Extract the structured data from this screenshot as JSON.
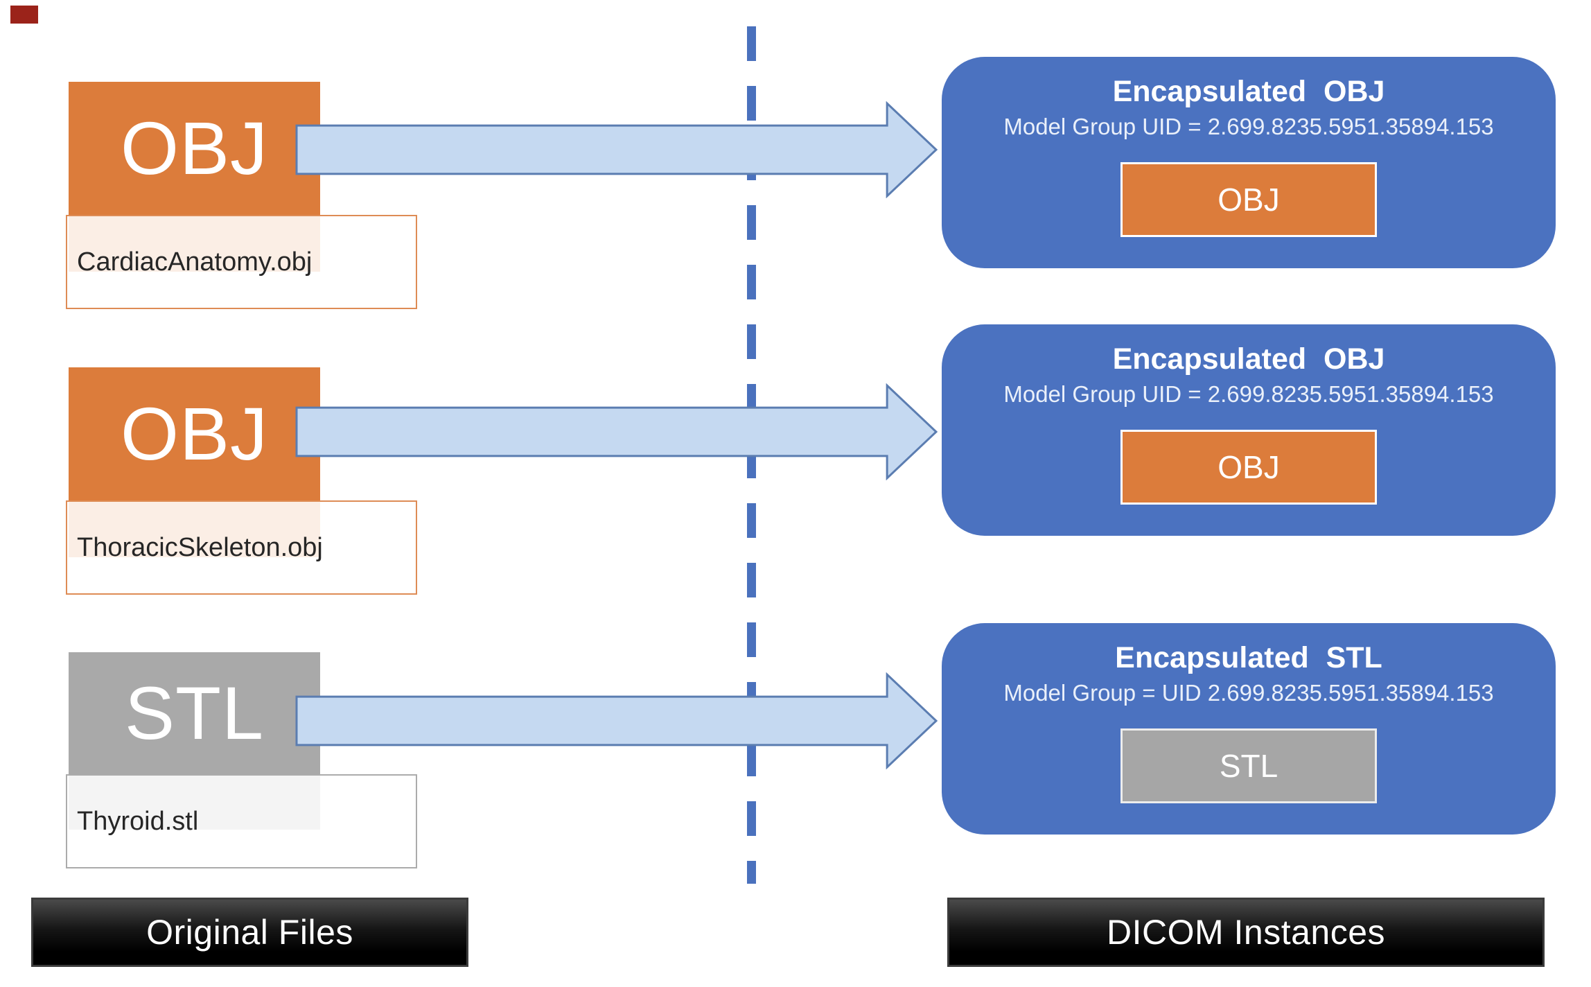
{
  "colors": {
    "orange": "#DC7C3B",
    "orange-border": "#DE8C55",
    "gray": "#A9A9A9",
    "gray-border": "#ABABAB",
    "chip-gray": "#A6A6A6",
    "blue": "#4B72C0",
    "arrow-fill": "#C5D9F1",
    "arrow-stroke": "#5B7DB1",
    "dash": "#4A71BD",
    "marker-red": "#9B231A"
  },
  "files": [
    {
      "type_label": "OBJ",
      "filename": "CardiacAnatomy.obj"
    },
    {
      "type_label": "OBJ",
      "filename": "ThoracicSkeleton.obj"
    },
    {
      "type_label": "STL",
      "filename": "Thyroid.stl"
    }
  ],
  "instances": [
    {
      "title": "Encapsulated OBJ",
      "uid_line": "Model Group UID = 2.699.8235.5951.35894.153",
      "chip_label": "OBJ"
    },
    {
      "title": "Encapsulated OBJ",
      "uid_line": "Model Group UID = 2.699.8235.5951.35894.153",
      "chip_label": "OBJ"
    },
    {
      "title": "Encapsulated STL",
      "uid_line": "Model Group = UID 2.699.8235.5951.35894.153",
      "chip_label": "STL"
    }
  ],
  "footers": {
    "left": "Original Files",
    "right": "DICOM Instances"
  }
}
